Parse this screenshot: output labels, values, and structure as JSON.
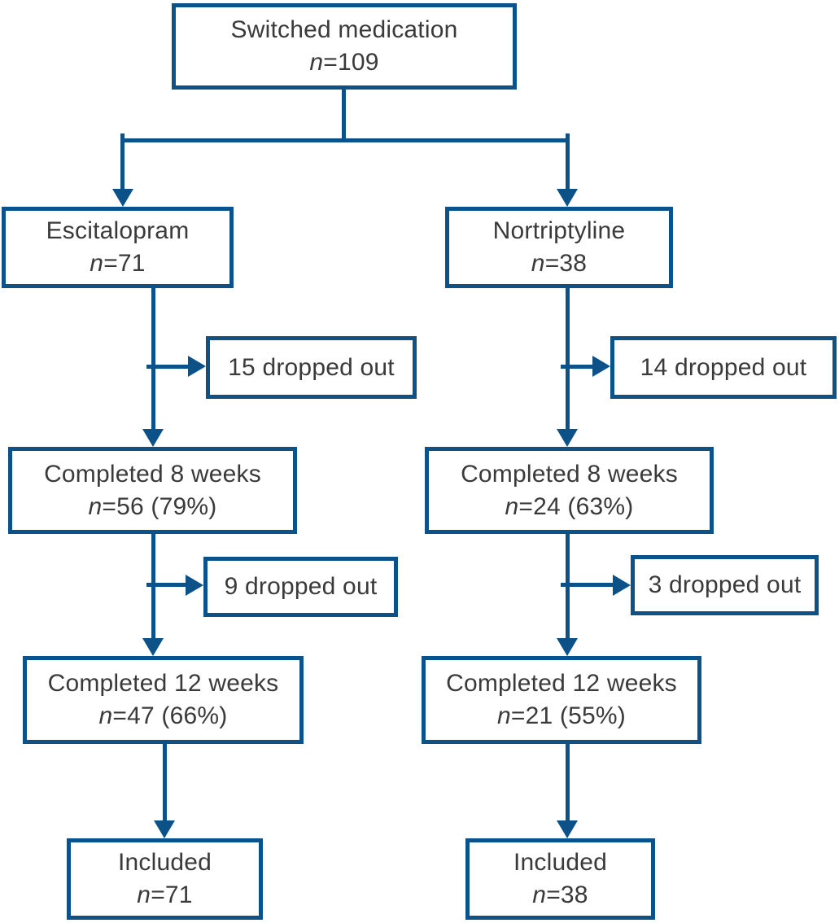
{
  "colors": {
    "line": "#0c5288",
    "text": "#3a3a3a"
  },
  "nodes": {
    "switched": {
      "title": "Switched medication",
      "n_italic": "n",
      "n_value": "=109"
    },
    "escitalopram": {
      "title": "Escitalopram",
      "n_italic": "n",
      "n_value": "=71"
    },
    "nortriptyline": {
      "title": "Nortriptyline",
      "n_italic": "n",
      "n_value": "=38"
    },
    "dropout_esc_8wk": {
      "title": "15 dropped out"
    },
    "dropout_nor_8wk": {
      "title": "14 dropped out"
    },
    "completed8_esc": {
      "title": "Completed 8 weeks",
      "n_italic": "n",
      "n_value": "=56 (79%)"
    },
    "completed8_nor": {
      "title": "Completed 8 weeks",
      "n_italic": "n",
      "n_value": "=24 (63%)"
    },
    "dropout_esc_12wk": {
      "title": "9 dropped out"
    },
    "dropout_nor_12wk": {
      "title": "3 dropped out"
    },
    "completed12_esc": {
      "title": "Completed 12 weeks",
      "n_italic": "n",
      "n_value": "=47 (66%)"
    },
    "completed12_nor": {
      "title": "Completed 12 weeks",
      "n_italic": "n",
      "n_value": "=21 (55%)"
    },
    "included_esc": {
      "title": "Included",
      "n_italic": "n",
      "n_value": "=71"
    },
    "included_nor": {
      "title": "Included",
      "n_italic": "n",
      "n_value": "=38"
    }
  }
}
